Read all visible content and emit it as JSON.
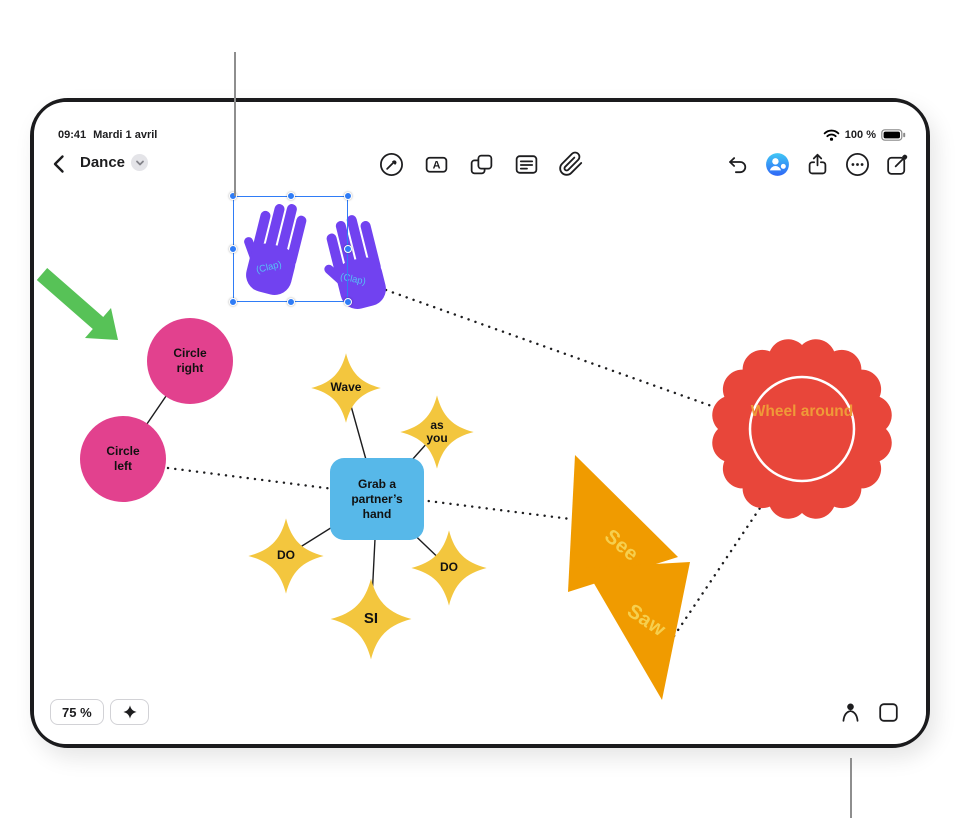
{
  "colors": {
    "hands_purple": "#7142f0",
    "selection_blue": "#2f7cf6",
    "pink_circle": "#e2418e",
    "yellow_star": "#f3c63e",
    "blue_box": "#57b8e9",
    "orange_triangle": "#f09b00",
    "red_seal": "#e8463a",
    "wheel_text_orange": "#ef9a38",
    "see_saw_text_yellow": "#f6cf4e",
    "green_arrow": "#57c257",
    "clap_text_blue": "#56c1f5"
  },
  "status_bar": {
    "time": "09:41",
    "date": "Mardi 1 avril",
    "battery_percent": "100 %",
    "icons": [
      "wifi-icon",
      "battery-icon"
    ]
  },
  "toolbar": {
    "title": "Dance",
    "icons_left": [
      "back-chevron-icon",
      "chevron-down-icon"
    ],
    "icons_center": [
      "draw-icon",
      "text-box-icon",
      "shapes-icon",
      "note-icon",
      "attachment-icon"
    ],
    "icons_right": [
      "undo-icon",
      "collaborate-icon",
      "share-icon",
      "more-icon",
      "new-board-icon"
    ]
  },
  "canvas": {
    "clap_left": "(Clap)",
    "clap_right": "(Clap)",
    "circle_right": "Circle right",
    "circle_left": "Circle left",
    "star_wave": "Wave",
    "star_as_you": "as you",
    "star_do_left": "DO",
    "star_do_right": "DO",
    "star_si": "SI",
    "center_box": "Grab a partner’s hand",
    "triangle_see": "See",
    "triangle_saw": "Saw",
    "wheel": "Wheel around"
  },
  "footer": {
    "zoom": "75 %",
    "icons": [
      "sparkle-star-icon",
      "person-arcs-icon",
      "square-outline-icon"
    ]
  }
}
